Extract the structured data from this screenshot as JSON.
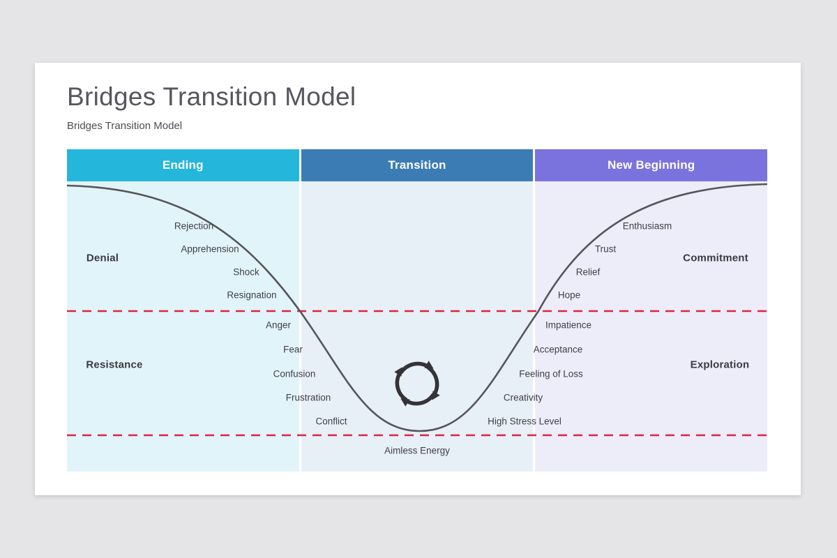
{
  "slide": {
    "title": "Bridges Transition Model",
    "subtitle": "Bridges Transition Model"
  },
  "phases": [
    {
      "label": "Ending",
      "header_color": "#25b6db",
      "bg_color": "#e1f4f9"
    },
    {
      "label": "Transition",
      "header_color": "#3c7cb5",
      "bg_color": "#e7f0f7"
    },
    {
      "label": "New Beginning",
      "header_color": "#7a73dd",
      "bg_color": "#edecf9"
    }
  ],
  "ending": {
    "stage_upper": "Denial",
    "stage_lower": "Resistance",
    "upper": [
      "Rejection",
      "Apprehension",
      "Shock",
      "Resignation"
    ],
    "lower": [
      "Anger",
      "Fear",
      "Confusion",
      "Frustration",
      "Conflict"
    ]
  },
  "transition": {
    "icon": "cycle-arrows-icon",
    "bottom_label": "Aimless Energy"
  },
  "new_beginning": {
    "stage_upper": "Commitment",
    "stage_lower": "Exploration",
    "upper": [
      "Enthusiasm",
      "Trust",
      "Relief",
      "Hope"
    ],
    "lower": [
      "Impatience",
      "Acceptance",
      "Feeling of Loss",
      "Creativity",
      "High Stress Level"
    ]
  },
  "colors": {
    "dashed_line": "#e0233b",
    "curve": "#55555a",
    "icon": "#343438"
  }
}
